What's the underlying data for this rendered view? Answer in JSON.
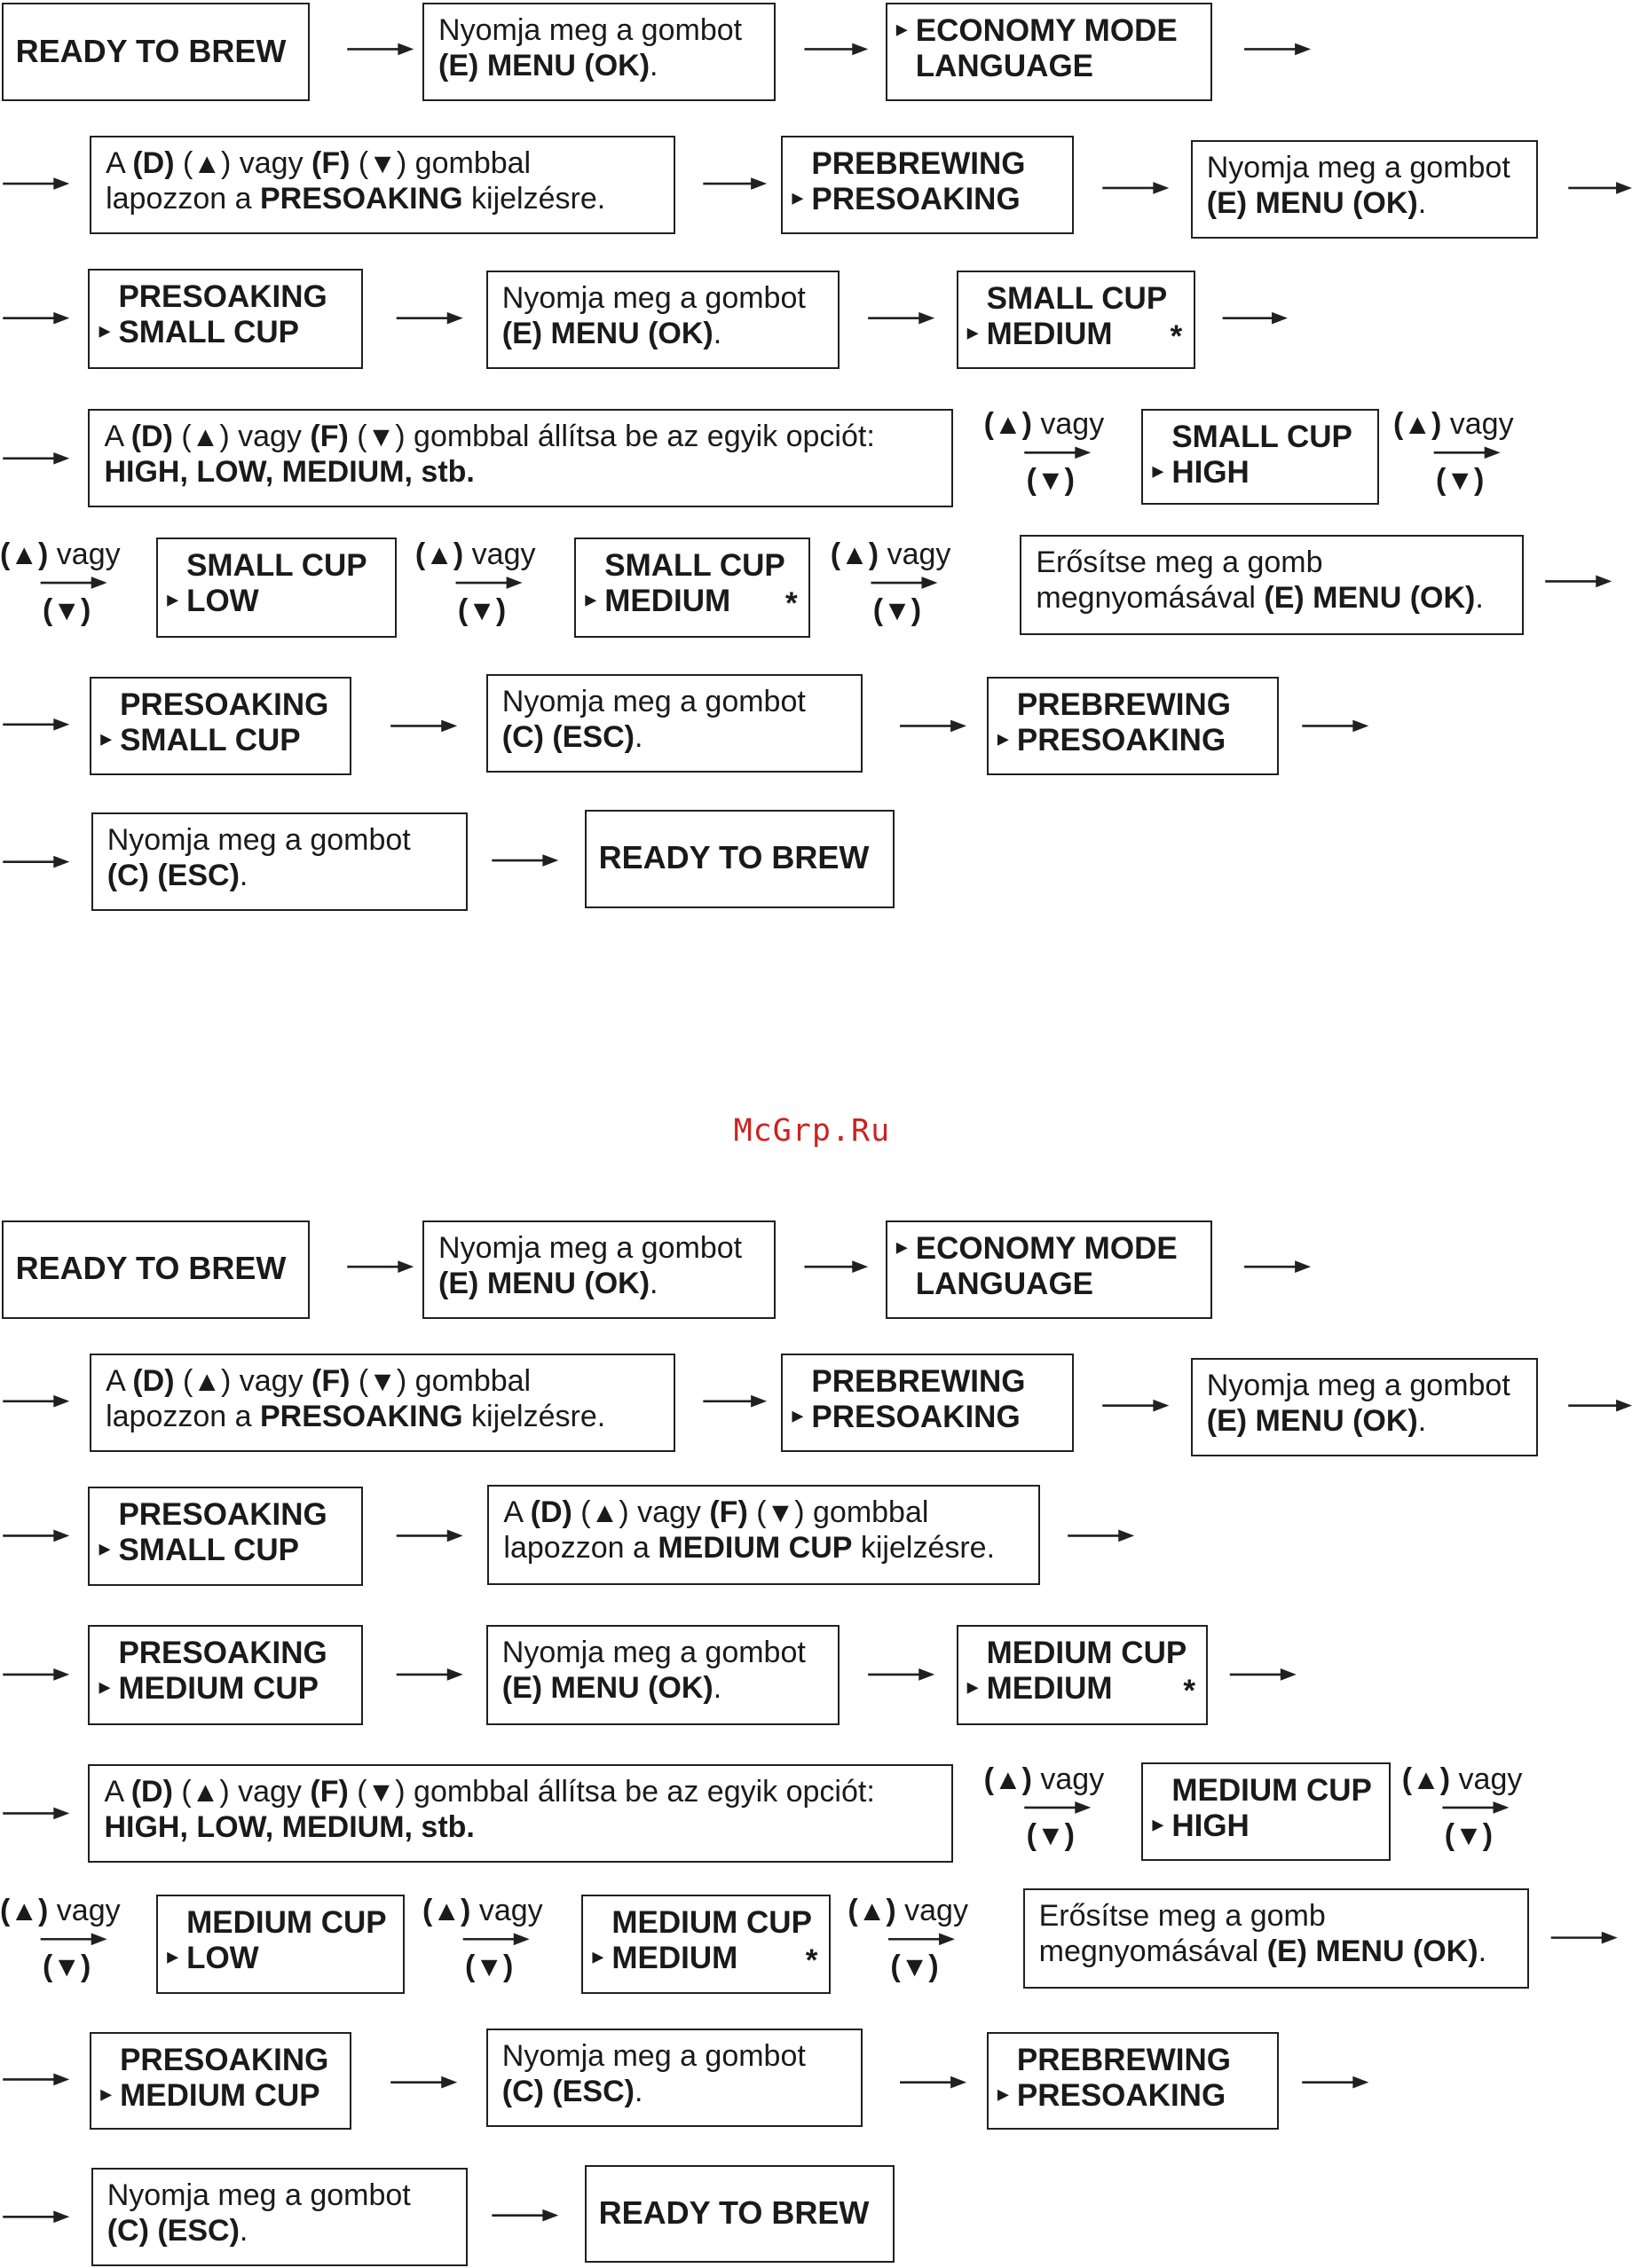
{
  "watermark": "McGrp.Ru",
  "glyph": {
    "up": "▲",
    "down": "▼",
    "pointer": "▸"
  },
  "flows": [
    {
      "rows": [
        [
          {
            "kind": "single",
            "lines": [
              "READY TO BREW"
            ]
          },
          {
            "kind": "text",
            "lines": [
              [
                {
                  "t": "Nyomja meg a gombot"
                }
              ],
              [
                {
                  "t": "(E) MENU (OK)",
                  "b": true
                },
                {
                  "t": "."
                }
              ]
            ]
          },
          {
            "kind": "display",
            "lines": [
              "ECONOMY MODE",
              "LANGUAGE"
            ],
            "ptr": 0
          }
        ],
        [
          {
            "kind": "text",
            "lines": [
              [
                {
                  "t": "A "
                },
                {
                  "t": "(D)",
                  "b": true
                },
                {
                  "t": " ("
                },
                {
                  "g": "up"
                },
                {
                  "t": ") vagy "
                },
                {
                  "t": "(F)",
                  "b": true
                },
                {
                  "t": " ("
                },
                {
                  "g": "down"
                },
                {
                  "t": ")  gombbal"
                }
              ],
              [
                {
                  "t": "lapozzon a "
                },
                {
                  "t": "PRESOAKING",
                  "b": true
                },
                {
                  "t": " kijelzésre."
                }
              ]
            ]
          },
          {
            "kind": "display",
            "lines": [
              "PREBREWING",
              "PRESOAKING"
            ],
            "ptr": 1
          },
          {
            "kind": "text",
            "lines": [
              [
                {
                  "t": "Nyomja meg a gombot"
                }
              ],
              [
                {
                  "t": "(E) MENU (OK)",
                  "b": true
                },
                {
                  "t": "."
                }
              ]
            ]
          }
        ],
        [
          {
            "kind": "display",
            "lines": [
              "PRESOAKING",
              "SMALL CUP"
            ],
            "ptr": 1
          },
          {
            "kind": "text",
            "lines": [
              [
                {
                  "t": "Nyomja meg a gombot"
                }
              ],
              [
                {
                  "t": "(E) MENU (OK)",
                  "b": true
                },
                {
                  "t": "."
                }
              ]
            ]
          },
          {
            "kind": "display",
            "lines": [
              "SMALL CUP",
              "MEDIUM"
            ],
            "ptr": 1,
            "star": "*"
          }
        ],
        [
          {
            "kind": "text",
            "lines": [
              [
                {
                  "t": "A "
                },
                {
                  "t": "(D)",
                  "b": true
                },
                {
                  "t": " ("
                },
                {
                  "g": "up"
                },
                {
                  "t": ") vagy "
                },
                {
                  "t": "(F)",
                  "b": true
                },
                {
                  "t": " ("
                },
                {
                  "g": "down"
                },
                {
                  "t": ") gombbal állítsa be az egyik opciót:"
                }
              ],
              [
                {
                  "t": "HIGH, LOW, MEDIUM, stb.",
                  "b": true
                }
              ]
            ]
          },
          {
            "kind": "display",
            "lines": [
              "SMALL CUP",
              "HIGH"
            ],
            "ptr": 1
          }
        ],
        [
          {
            "kind": "display",
            "lines": [
              "SMALL CUP",
              "LOW"
            ],
            "ptr": 1
          },
          {
            "kind": "display",
            "lines": [
              "SMALL CUP",
              "MEDIUM"
            ],
            "ptr": 1,
            "star": "*"
          },
          {
            "kind": "text",
            "lines": [
              [
                {
                  "t": "Erősítse meg a gomb"
                }
              ],
              [
                {
                  "t": "megnyomásával "
                },
                {
                  "t": "(E) MENU (OK)",
                  "b": true
                },
                {
                  "t": "."
                }
              ]
            ]
          }
        ],
        [
          {
            "kind": "display",
            "lines": [
              "PRESOAKING",
              "SMALL CUP"
            ],
            "ptr": 1
          },
          {
            "kind": "text",
            "lines": [
              [
                {
                  "t": "Nyomja meg a gombot"
                }
              ],
              [
                {
                  "t": "(C) (ESC)",
                  "b": true
                },
                {
                  "t": "."
                }
              ]
            ]
          },
          {
            "kind": "display",
            "lines": [
              "PREBREWING",
              "PRESOAKING"
            ],
            "ptr": 1
          }
        ],
        [
          {
            "kind": "text",
            "lines": [
              [
                {
                  "t": "Nyomja meg a gombot"
                }
              ],
              [
                {
                  "t": "(C) (ESC)",
                  "b": true
                },
                {
                  "t": "."
                }
              ]
            ]
          },
          {
            "kind": "single",
            "lines": [
              "READY TO BREW"
            ]
          }
        ]
      ]
    },
    {
      "rows": [
        [
          {
            "kind": "single",
            "lines": [
              "READY TO BREW"
            ]
          },
          {
            "kind": "text",
            "lines": [
              [
                {
                  "t": "Nyomja meg a gombot"
                }
              ],
              [
                {
                  "t": "(E) MENU (OK)",
                  "b": true
                },
                {
                  "t": "."
                }
              ]
            ]
          },
          {
            "kind": "display",
            "lines": [
              "ECONOMY MODE",
              "LANGUAGE"
            ],
            "ptr": 0
          }
        ],
        [
          {
            "kind": "text",
            "lines": [
              [
                {
                  "t": "A "
                },
                {
                  "t": "(D)",
                  "b": true
                },
                {
                  "t": " ("
                },
                {
                  "g": "up"
                },
                {
                  "t": ") vagy "
                },
                {
                  "t": "(F)",
                  "b": true
                },
                {
                  "t": " ("
                },
                {
                  "g": "down"
                },
                {
                  "t": ")  gombbal"
                }
              ],
              [
                {
                  "t": "lapozzon a "
                },
                {
                  "t": "PRESOAKING",
                  "b": true
                },
                {
                  "t": " kijelzésre."
                }
              ]
            ]
          },
          {
            "kind": "display",
            "lines": [
              "PREBREWING",
              "PRESOAKING"
            ],
            "ptr": 1
          },
          {
            "kind": "text",
            "lines": [
              [
                {
                  "t": "Nyomja meg a gombot"
                }
              ],
              [
                {
                  "t": "(E) MENU (OK)",
                  "b": true
                },
                {
                  "t": "."
                }
              ]
            ]
          }
        ],
        [
          {
            "kind": "display",
            "lines": [
              "PRESOAKING",
              "SMALL CUP"
            ],
            "ptr": 1
          },
          {
            "kind": "text",
            "lines": [
              [
                {
                  "t": "A "
                },
                {
                  "t": "(D)",
                  "b": true
                },
                {
                  "t": " ("
                },
                {
                  "g": "up"
                },
                {
                  "t": ") vagy "
                },
                {
                  "t": "(F)",
                  "b": true
                },
                {
                  "t": " ("
                },
                {
                  "g": "down"
                },
                {
                  "t": ")  gombbal"
                }
              ],
              [
                {
                  "t": "lapozzon a "
                },
                {
                  "t": "MEDIUM CUP",
                  "b": true
                },
                {
                  "t": " kijelzésre."
                }
              ]
            ]
          }
        ],
        [
          {
            "kind": "display",
            "lines": [
              "PRESOAKING",
              "MEDIUM CUP"
            ],
            "ptr": 1
          },
          {
            "kind": "text",
            "lines": [
              [
                {
                  "t": "Nyomja meg a gombot"
                }
              ],
              [
                {
                  "t": "(E) MENU (OK)",
                  "b": true
                },
                {
                  "t": "."
                }
              ]
            ]
          },
          {
            "kind": "display",
            "lines": [
              "MEDIUM CUP",
              "MEDIUM"
            ],
            "ptr": 1,
            "star": "*"
          }
        ],
        [
          {
            "kind": "text",
            "lines": [
              [
                {
                  "t": "A "
                },
                {
                  "t": "(D)",
                  "b": true
                },
                {
                  "t": " ("
                },
                {
                  "g": "up"
                },
                {
                  "t": ") vagy "
                },
                {
                  "t": "(F)",
                  "b": true
                },
                {
                  "t": " ("
                },
                {
                  "g": "down"
                },
                {
                  "t": ") gombbal állítsa be az egyik opciót:"
                }
              ],
              [
                {
                  "t": "HIGH, LOW, MEDIUM, stb.",
                  "b": true
                }
              ]
            ]
          },
          {
            "kind": "display",
            "lines": [
              "MEDIUM CUP",
              "HIGH"
            ],
            "ptr": 1
          }
        ],
        [
          {
            "kind": "display",
            "lines": [
              "MEDIUM CUP",
              "LOW"
            ],
            "ptr": 1
          },
          {
            "kind": "display",
            "lines": [
              "MEDIUM CUP",
              "MEDIUM"
            ],
            "ptr": 1,
            "star": "*"
          },
          {
            "kind": "text",
            "lines": [
              [
                {
                  "t": "Erősítse meg a gomb"
                }
              ],
              [
                {
                  "t": "megnyomásával "
                },
                {
                  "t": "(E) MENU (OK)",
                  "b": true
                },
                {
                  "t": "."
                }
              ]
            ]
          }
        ],
        [
          {
            "kind": "display",
            "lines": [
              "PRESOAKING",
              "MEDIUM CUP"
            ],
            "ptr": 1
          },
          {
            "kind": "text",
            "lines": [
              [
                {
                  "t": "Nyomja meg a gombot"
                }
              ],
              [
                {
                  "t": "(C) (ESC)",
                  "b": true
                },
                {
                  "t": "."
                }
              ]
            ]
          },
          {
            "kind": "display",
            "lines": [
              "PREBREWING",
              "PRESOAKING"
            ],
            "ptr": 1
          }
        ],
        [
          {
            "kind": "text",
            "lines": [
              [
                {
                  "t": "Nyomja meg a gombot"
                }
              ],
              [
                {
                  "t": "(C) (ESC)",
                  "b": true
                },
                {
                  "t": "."
                }
              ]
            ]
          },
          {
            "kind": "single",
            "lines": [
              "READY TO BREW"
            ]
          }
        ]
      ]
    }
  ],
  "choice": {
    "word": "vagy"
  }
}
